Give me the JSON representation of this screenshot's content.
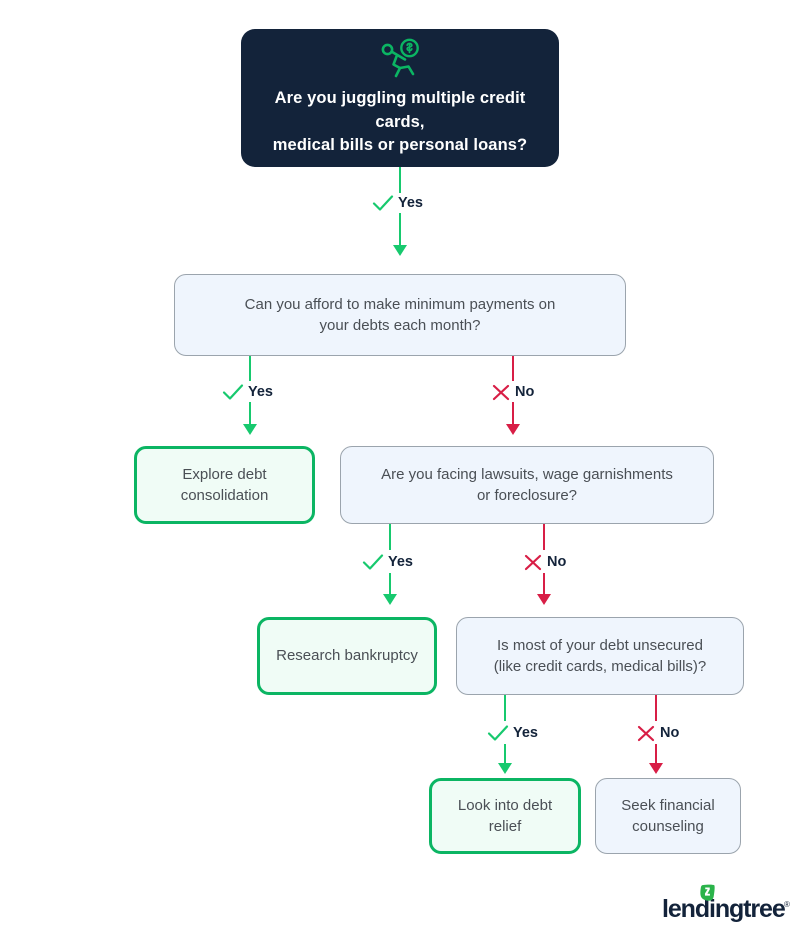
{
  "page": {
    "title": "Debt help decision flowchart",
    "background": "#ffffff"
  },
  "colors": {
    "dark_navy": "#13233a",
    "green": "#0bb563",
    "green_arrow": "#17c96e",
    "green_fill": "#f0fcf6",
    "red": "#d81e46",
    "blue_fill": "#eff5fd",
    "grey_border": "#9ba4ad",
    "body_text": "#4a4f55"
  },
  "nodes": {
    "root": {
      "id": "root-question",
      "icon": "person-juggling-money-icon",
      "text": "Are you juggling multiple credit cards,\nmedical bills or personal loans?",
      "type": "root"
    },
    "q_minimum_payments": {
      "id": "question-minimum-payments",
      "text": "Can you afford to make minimum payments on\nyour debts each month?",
      "type": "question"
    },
    "o_debt_consolidation": {
      "id": "outcome-debt-consolidation",
      "text": "Explore debt\nconsolidation",
      "type": "outcome-green"
    },
    "q_lawsuits": {
      "id": "question-lawsuits",
      "text": "Are you facing lawsuits, wage garnishments\nor foreclosure?",
      "type": "question"
    },
    "o_bankruptcy": {
      "id": "outcome-research-bankruptcy",
      "text": "Research bankruptcy",
      "type": "outcome-green"
    },
    "q_unsecured": {
      "id": "question-unsecured-debt",
      "text": "Is most of your debt unsecured\n(like credit cards, medical bills)?",
      "type": "question"
    },
    "o_debt_relief": {
      "id": "outcome-debt-relief",
      "text": "Look into debt\nrelief",
      "type": "outcome-green"
    },
    "o_counseling": {
      "id": "outcome-financial-counseling",
      "text": "Seek financial\ncounseling",
      "type": "outcome-blue"
    }
  },
  "branches": [
    {
      "id": "branch-root-yes",
      "label": "Yes",
      "marker": "check-icon",
      "color": "green"
    },
    {
      "id": "branch-minpay-yes",
      "label": "Yes",
      "marker": "check-icon",
      "color": "green"
    },
    {
      "id": "branch-minpay-no",
      "label": "No",
      "marker": "x-icon",
      "color": "red"
    },
    {
      "id": "branch-lawsuits-yes",
      "label": "Yes",
      "marker": "check-icon",
      "color": "green"
    },
    {
      "id": "branch-lawsuits-no",
      "label": "No",
      "marker": "x-icon",
      "color": "red"
    },
    {
      "id": "branch-unsecured-yes",
      "label": "Yes",
      "marker": "check-icon",
      "color": "green"
    },
    {
      "id": "branch-unsecured-no",
      "label": "No",
      "marker": "x-icon",
      "color": "red"
    }
  ],
  "brand": {
    "name": "lendingtree",
    "registered_mark": "®",
    "leaf_icon": "leaf-icon"
  }
}
